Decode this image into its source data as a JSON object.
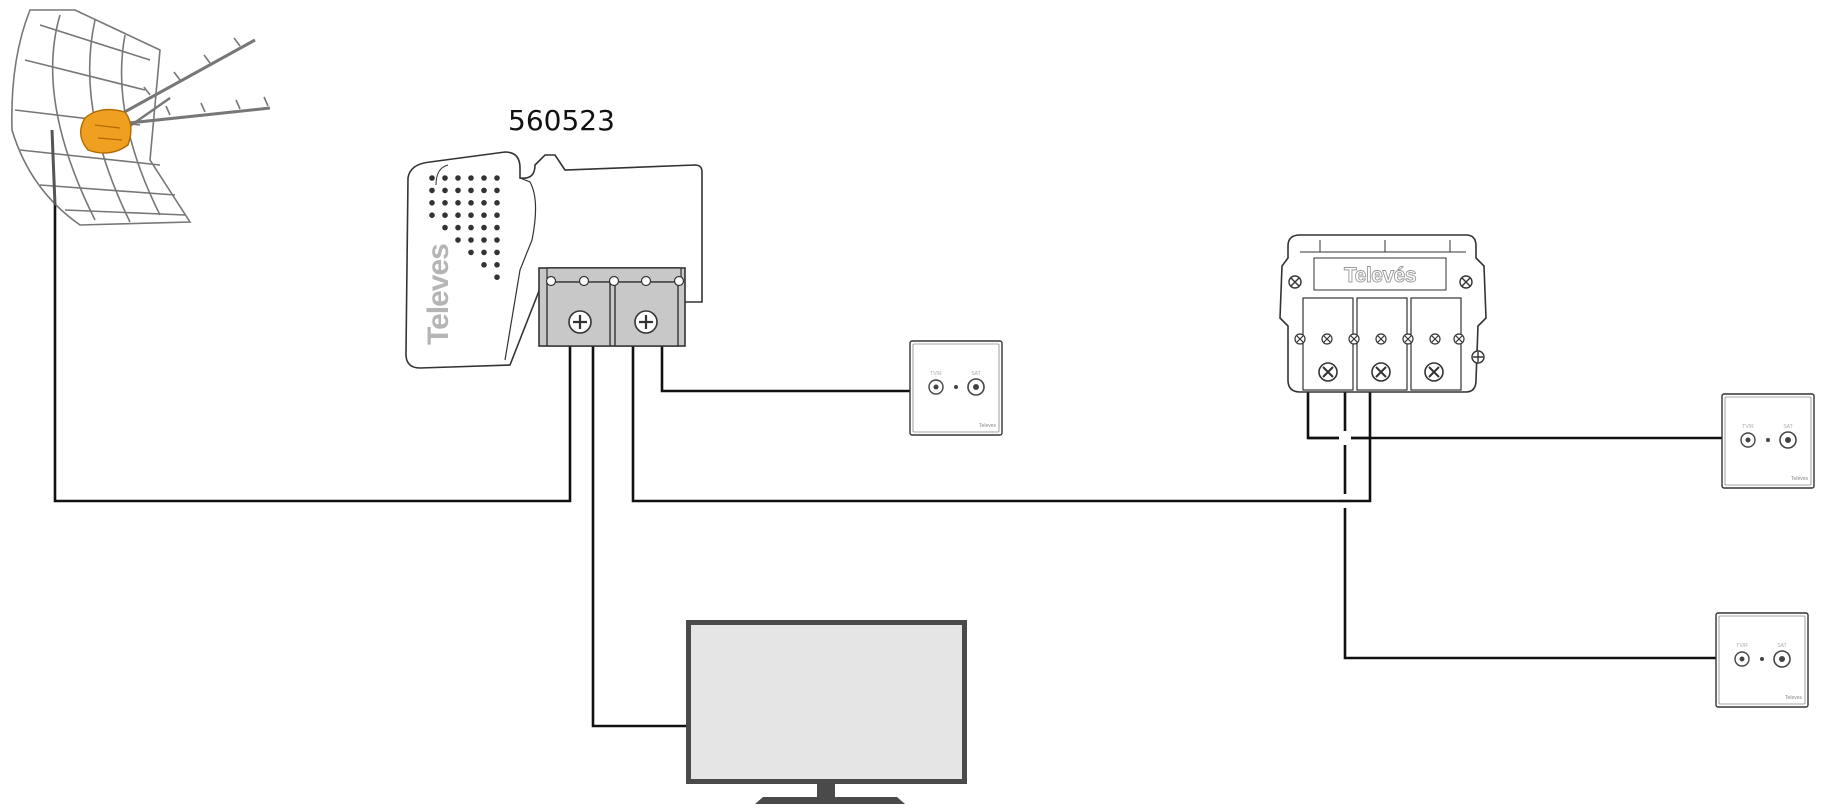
{
  "amplifier": {
    "model": "560523",
    "brand": "Televes"
  },
  "splitter": {
    "brand": "Televés"
  },
  "wall_outlet": {
    "port_left": "TV/R",
    "port_right": "SAT",
    "brand": "Televes"
  },
  "colors": {
    "cable": "#111111",
    "device_outline": "#333333",
    "connector_fill": "#c8c8c8",
    "tv_screen": "#e5e5e5",
    "tv_frame": "#4a4a4a",
    "antenna_body": "#f0a020",
    "brand_gray": "#b5b5b5"
  },
  "icons": [
    "antenna-icon",
    "amplifier-icon",
    "splitter-icon",
    "wall-outlet-icon",
    "television-icon"
  ]
}
